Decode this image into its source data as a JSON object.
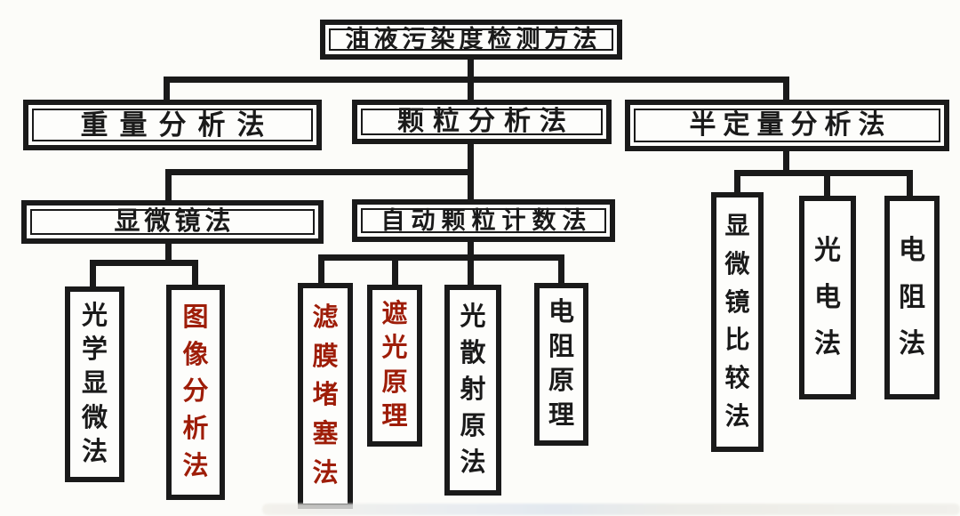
{
  "colors": {
    "ink": "#1a1a1a",
    "red": "#9e1d08",
    "paper": "#fcfcf9"
  },
  "nodes": {
    "root": {
      "label": "油液污染度检测方法",
      "color": "black"
    },
    "gravimetric": {
      "label": "重量分析法",
      "color": "black"
    },
    "particle": {
      "label": "颗粒分析法",
      "color": "black"
    },
    "semiquant": {
      "label": "半定量分析法",
      "color": "black"
    },
    "microscope": {
      "label": "显微镜法",
      "color": "black"
    },
    "autocount": {
      "label": "自动颗粒计数法",
      "color": "black"
    },
    "optical": {
      "label": "光学显微法",
      "color": "black"
    },
    "image": {
      "label": "图像分析法",
      "color": "red"
    },
    "membrane": {
      "label": "滤膜堵塞法",
      "color": "red"
    },
    "lightblock": {
      "label": "遮光原理",
      "color": "red"
    },
    "scatter": {
      "label": "光散射原法",
      "color": "black"
    },
    "resistp": {
      "label": "电阻原理",
      "color": "black"
    },
    "microcomp": {
      "label": "显微镜比较法",
      "color": "black"
    },
    "photoelec": {
      "label": "光电法",
      "color": "black"
    },
    "resistm": {
      "label": "电阻法",
      "color": "black"
    }
  },
  "edges": [
    [
      "root",
      "gravimetric"
    ],
    [
      "root",
      "particle"
    ],
    [
      "root",
      "semiquant"
    ],
    [
      "particle",
      "microscope"
    ],
    [
      "particle",
      "autocount"
    ],
    [
      "microscope",
      "optical"
    ],
    [
      "microscope",
      "image"
    ],
    [
      "autocount",
      "membrane"
    ],
    [
      "autocount",
      "lightblock"
    ],
    [
      "autocount",
      "scatter"
    ],
    [
      "autocount",
      "resistp"
    ],
    [
      "semiquant",
      "microcomp"
    ],
    [
      "semiquant",
      "photoelec"
    ],
    [
      "semiquant",
      "resistm"
    ]
  ]
}
